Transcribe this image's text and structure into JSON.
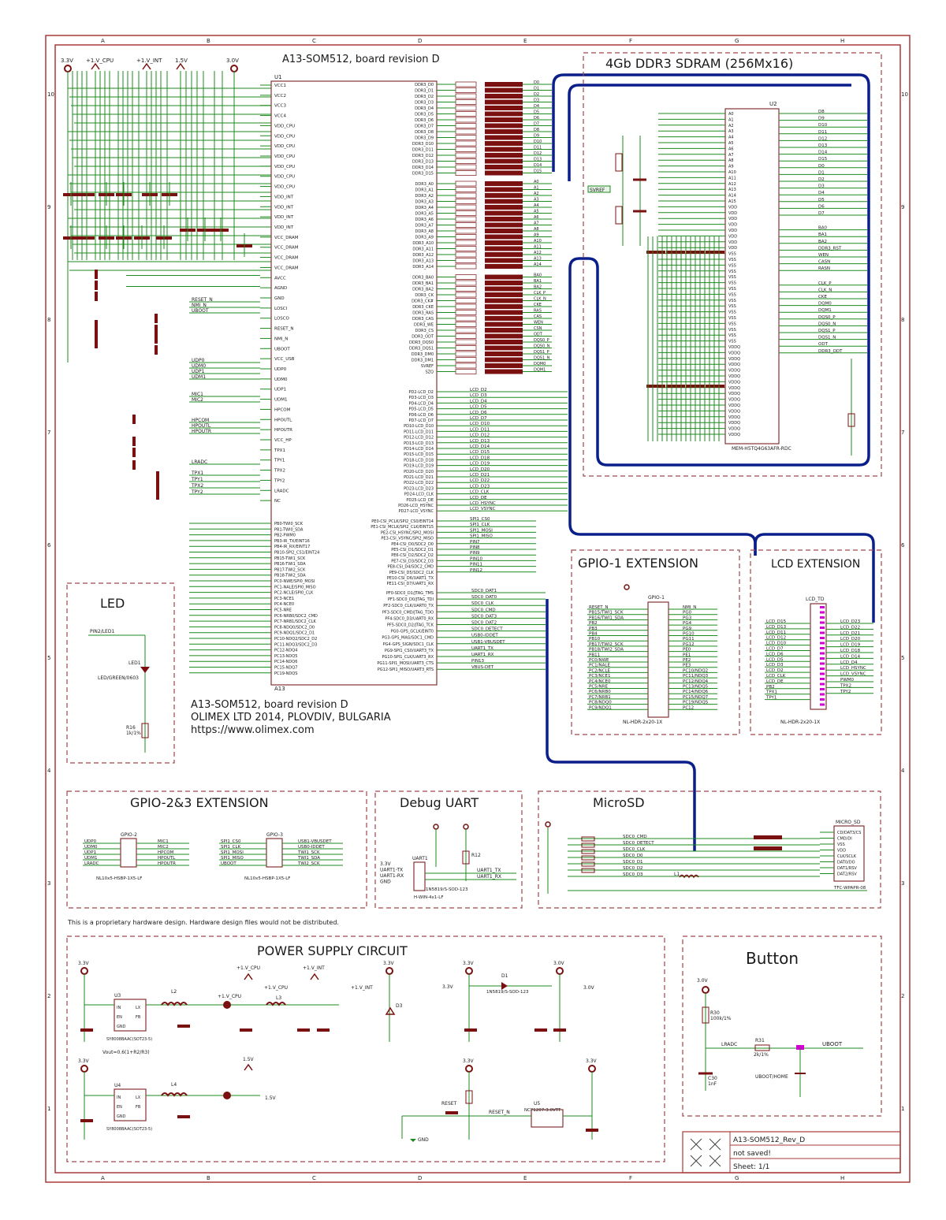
{
  "title": "A13-SOM512, board revision D",
  "zone_letters": [
    "A",
    "B",
    "C",
    "D",
    "E",
    "F",
    "G",
    "H"
  ],
  "zone_numbers": [
    "10",
    "9",
    "8",
    "7",
    "6",
    "5",
    "4",
    "3",
    "2",
    "1"
  ],
  "rails": {
    "v33": "3.3V",
    "vcpu": "+1.V_CPU",
    "vint": "+1.V_INT",
    "v15": "1.5V",
    "v30": "3.0V"
  },
  "cpu": {
    "ref": "U1",
    "name": "A13",
    "left_pins": [
      "VCC1",
      "VCC2",
      "VCC3",
      "VCC4",
      "VDD_CPU",
      "VDD_CPU",
      "VDD_CPU",
      "VDD_CPU",
      "VDD_CPU",
      "VDD_CPU",
      "VDD_CPU",
      "VDD_INT",
      "VDD_INT",
      "VDD_INT",
      "VDD_INT",
      "VCC_DRAM",
      "VCC_DRAM",
      "VCC_DRAM",
      "VCC_DRAM",
      "AVCC",
      "AGND",
      "GND",
      "LOSCI",
      "LOSCO",
      "RESET_N",
      "NMI_N",
      "UBOOT",
      "VCC_USB",
      "UDP0",
      "UDM0",
      "UDP1",
      "UDM1",
      "HPCOM",
      "HPOUTL",
      "HPOUTR",
      "VCC_HP",
      "TPX1",
      "TPY1",
      "TPX2",
      "TPY2",
      "LRADC",
      "NC"
    ],
    "right_pins": [
      "DDR3_D0",
      "DDR3_D1",
      "DDR3_D2",
      "DDR3_D3",
      "DDR3_D4",
      "DDR3_D5",
      "DDR3_D6",
      "DDR3_D7",
      "DDR3_D8",
      "DDR3_D9",
      "DDR3_D10",
      "DDR3_D11",
      "DDR3_D12",
      "DDR3_D13",
      "DDR3_D14",
      "DDR3_D15",
      "DDR3_A0",
      "DDR3_A1",
      "DDR3_A2",
      "DDR3_A3",
      "DDR3_A4",
      "DDR3_A5",
      "DDR3_A6",
      "DDR3_A7",
      "DDR3_A8",
      "DDR3_A9",
      "DDR3_A10",
      "DDR3_A11",
      "DDR3_A12",
      "DDR3_A13",
      "DDR3_A14",
      "DDR3_BA0",
      "DDR3_BA1",
      "DDR3_BA2",
      "DDR3_CK",
      "DDR3_CK#",
      "DDR3_CKE",
      "DDR3_RAS",
      "DDR3_CAS",
      "DDR3_WE",
      "DDR3_CS",
      "DDR3_ODT",
      "DDR3_DQS0",
      "DDR3_DQS1",
      "DDR3_DM0",
      "DDR3_DM1",
      "SVREF",
      "SZQ"
    ],
    "lcd_pins": [
      "PD2-LCD_D2",
      "PD3-LCD_D3",
      "PD4-LCD_D4",
      "PD5-LCD_D5",
      "PD6-LCD_D6",
      "PD7-LCD_D7",
      "PD10-LCD_D10",
      "PD11-LCD_D11",
      "PD12-LCD_D12",
      "PD13-LCD_D13",
      "PD14-LCD_D14",
      "PD15-LCD_D15",
      "PD18-LCD_D18",
      "PD19-LCD_D19",
      "PD20-LCD_D20",
      "PD21-LCD_D21",
      "PD22-LCD_D22",
      "PD23-LCD_D23",
      "PD24-LCD_CLK",
      "PD25-LCD_DE",
      "PD26-LCD_HSYNC",
      "PD27-LCD_VSYNC"
    ],
    "spi_pins": [
      "PE0-CSI_PCLK/SPI2_CS0/EINT14",
      "PE1-CSI_MCLK/SPI2_CLK/EINT15",
      "PE2-CSI_HSYNC/SPI2_MOSI",
      "PE3-CSI_VSYNC/SPI2_MISO",
      "PE4-CSI_D0/SDC2_D0",
      "PE5-CSI_D1/SDC2_D1",
      "PE6-CSI_D2/SDC2_D2",
      "PE7-CSI_D3/SDC2_D3",
      "PE8-CSI_D4/SDC2_CMD",
      "PE9-CSI_D5/SDC2_CLK",
      "PE10-CSI_D6/UART1_TX",
      "PE11-CSI_D7/UART1_RX"
    ],
    "sd_pins": [
      "PF0-SDC0_D1/JTAG_TMS",
      "PF1-SDC0_D0/JTAG_TDI",
      "PF2-SDC0_CLK/UART0_TX",
      "PF3-SDC0_CMD/JTAG_TDO",
      "PF4-SDC0_D3/UART0_RX",
      "PF5-SDC0_D2/JTAG_TCK",
      "PG0-GPS_GCLK/EINT0",
      "PG3-GPS_MAG/SDC1_CMD",
      "PG4-GPS_SIGN/SDC1_CLK",
      "PG9-SPI1_CS0/UART3_TX",
      "PG10-SPI1_CLK/UART3_RX",
      "PG11-SPI1_MOSI/UART3_CTS",
      "PG12-SPI1_MISO/UART3_RTS"
    ],
    "gpio_pins": [
      "PB0-TWI0_SCK",
      "PB1-TWI0_SDA",
      "PB2-PWM0",
      "PB3-IR_TX/EINT16",
      "PB4-IR_RX/EINT17",
      "PB10-SPI2_CS1/EINT24",
      "PB15-TWI1_SCK",
      "PB16-TWI1_SDA",
      "PB17-TWI2_SCK",
      "PB18-TWI2_SDA",
      "PC0-NWE/SPI0_MOSI",
      "PC1-NALE/SPI0_MISO",
      "PC2-NCLE/SPI0_CLK",
      "PC3-NCE1",
      "PC4-NCE0",
      "PC5-NRE",
      "PC6-NRB0/SDC2_CMD",
      "PC7-NRB1/SDC2_CLK",
      "PC8-NDQ0/SDC2_D0",
      "PC9-NDQ1/SDC2_D1",
      "PC10-NDQ2/SDC2_D2",
      "PC11-NDQ3/SDC2_D3",
      "PC12-NDQ4",
      "PC13-NDQ5",
      "PC14-NDQ6",
      "PC15-NDQ7",
      "PC19-NDQS"
    ]
  },
  "ddr_nets": [
    "D0",
    "D1",
    "D2",
    "D3",
    "D4",
    "D5",
    "D6",
    "D7",
    "D8",
    "D9",
    "D10",
    "D11",
    "D12",
    "D13",
    "D14",
    "D15",
    "A0",
    "A1",
    "A2",
    "A3",
    "A4",
    "A5",
    "A6",
    "A7",
    "A8",
    "A9",
    "A10",
    "A11",
    "A12",
    "A13",
    "A14",
    "BA0",
    "BA1",
    "BA2",
    "CLK_P",
    "CLK_N",
    "CKE",
    "RAS",
    "CAS",
    "WEN",
    "CSN",
    "ODT",
    "DQS0_P",
    "DQS0_N",
    "DQS1_P",
    "DQS1_N",
    "DQM0",
    "DQM1"
  ],
  "lcd_nets": [
    "LCD_D2",
    "LCD_D3",
    "LCD_D4",
    "LCD_D5",
    "LCD_D6",
    "LCD_D7",
    "LCD_D10",
    "LCD_D11",
    "LCD_D12",
    "LCD_D13",
    "LCD_D14",
    "LCD_D15",
    "LCD_D18",
    "LCD_D19",
    "LCD_D20",
    "LCD_D21",
    "LCD_D22",
    "LCD_D23",
    "LCD_CLK",
    "LCD_DE",
    "LCD_HSYNC",
    "LCD_VSYNC"
  ],
  "ddr3": {
    "heading": "4Gb DDR3 SDRAM (256Mx16)",
    "ref": "U2",
    "part": "MEM-H5TQ4G63AFR-RDC",
    "vref": "SVREF",
    "right_nets": [
      "D8",
      "D9",
      "D10",
      "D11",
      "D12",
      "D13",
      "D14",
      "D15",
      "D0",
      "D1",
      "D2",
      "D3",
      "D4",
      "D5",
      "D6",
      "D7",
      "BA0",
      "BA1",
      "BA2",
      "DDR3_RST",
      "WEN",
      "CASN",
      "RASN",
      "CLK_P",
      "CLK_N",
      "CKE",
      "DQM0",
      "DQM1",
      "DQS0_P",
      "DQS0_N",
      "DQS1_P",
      "DQS1_N",
      "ODT",
      "DDR3_ODT"
    ]
  },
  "gpio1": {
    "heading": "GPIO-1 EXTENSION",
    "ref": "GPIO-1",
    "part": "NL-HDR-2x20-1X",
    "left": [
      "RESET_N",
      "PB15/TWI1_SCK",
      "PB16/TWI1_SDA",
      "PB2",
      "PB3",
      "PB4",
      "PB10",
      "PB17/TWI2_SCK",
      "PB18/TWI2_SDA",
      "PB11",
      "PC0/NWE",
      "PC1/NALE",
      "PC2/NCLE",
      "PC3/NCE1",
      "PC4/NCE0",
      "PC5/NRE",
      "PC6/NRB0",
      "PC7/NRB1",
      "PC8/NDQ0",
      "PC9/NDQ1"
    ],
    "right": [
      "NMI_N",
      "PG0",
      "PG3",
      "PG4",
      "PG9",
      "PG10",
      "PG11",
      "PG12",
      "PE0",
      "PE1",
      "PE2",
      "PE3",
      "PC10/NDQ2",
      "PC11/NDQ3",
      "PC12/NDQ4",
      "PC13/NDQ5",
      "PC14/NDQ6",
      "PC15/NDQ7",
      "PC19/NDQS",
      "PC12"
    ]
  },
  "lcdext": {
    "heading": "LCD EXTENSION",
    "ref": "LCD_TD",
    "part": "NL-HDR-2x20-1X",
    "left": [
      "LCD_D15",
      "LCD_D13",
      "LCD_D11",
      "LCD_D12",
      "LCD_D10",
      "LCD_D7",
      "LCD_D6",
      "LCD_D5",
      "LCD_D3",
      "LCD_D2",
      "LCD_CLK",
      "LCD_DE",
      "PB2",
      "TPX1",
      "TPY1"
    ],
    "right": [
      "LCD_D23",
      "LCD_D22",
      "LCD_D21",
      "LCD_D20",
      "LCD_D19",
      "LCD_D18",
      "LCD_D14",
      "LCD_D4",
      "LCD_HSYNC",
      "LCD_VSYNC",
      "PWM0",
      "TPX2",
      "TPY2"
    ]
  },
  "led": {
    "heading": "LED",
    "net": "PIN2/LED1",
    "ref": "LED1",
    "part": "LED/GREEN/0603",
    "res": "R16",
    "res_val": "1k/1%"
  },
  "gpio23": {
    "heading": "GPIO-2&3 EXTENSION",
    "g2_ref": "GPIO-2",
    "g3_ref": "GPIO-3",
    "g2_left": [
      "UDP0",
      "UDM0",
      "UDP1",
      "UDM1",
      "LRADC"
    ],
    "g2_right": [
      "MIC1",
      "MIC2",
      "HPCOM",
      "HPOUTL",
      "HPOUTR"
    ],
    "g3_left": [
      "SPI1_CS0",
      "SPI1_CLK",
      "SPI1_MOSI",
      "SPI1_MISO",
      "UBOOT"
    ],
    "g3_right": [
      "USB1-VBUSDET",
      "USB0-IDDET",
      "TWI1_SCK",
      "TWI1_SDA",
      "TWI2_SCK"
    ],
    "part": "NL10x5-HSBP-1X5-LF"
  },
  "uart": {
    "heading": "Debug UART",
    "ref": "UART1",
    "part": "H-WIN-4x1-LF",
    "labels": [
      "3.3V",
      "UART1-TX",
      "UART1-RX",
      "GND"
    ],
    "res": "R12",
    "diode": "1N5819/S-SOD-123",
    "nets": [
      "UART1_TX",
      "UART1_RX"
    ]
  },
  "microsd": {
    "heading": "MicroSD",
    "ref": "MICRO_SD",
    "part": "TFC-WPAPR-08",
    "nets": [
      "SDC0_CMD",
      "SDC0_DETECT",
      "SDC0_CLK",
      "SDC0_D0",
      "SDC0_D1",
      "SDC0_D2",
      "SDC0_D3"
    ],
    "pins": [
      "CD/DAT3/CS",
      "CMD/DI",
      "VSS",
      "VDD",
      "CLK/SCLK",
      "DAT0/DO",
      "DAT1/RSV",
      "DAT2/RSV"
    ],
    "inductor": "L1"
  },
  "footer_note": "This is a proprietary hardware design. Hardware design files would not be distributed.",
  "company": {
    "line1": "A13-SOM512, board revision D",
    "line2": "OLIMEX LTD 2014, PLOVDIV, BULGARIA",
    "line3": "https://www.olimex.com"
  },
  "power": {
    "heading": "POWER SUPPLY CIRCUIT",
    "u3": "U3",
    "u3_part": "SY8008BAAC(SOT23-5)",
    "u4": "U4",
    "u4_part": "SY8008BAAC(SOT23-5)",
    "vout_note": "Vout=0.6(1+R2/R3)",
    "l2": "L2",
    "l3": "L3",
    "l4": "L4",
    "nets": [
      "+1.V_CPU",
      "+1.V_INT",
      "1.5V",
      "3.0V",
      "3.3V"
    ],
    "d1": "D1",
    "d1_part": "1N5819/S-SOD-123",
    "d3": "D3",
    "u5": "U5",
    "u5_part": "NCP1207-3.0VTT",
    "reset_btn": "RESET",
    "reset_net": "RESET_N",
    "gnd": "GND"
  },
  "button": {
    "heading": "Button",
    "net_lradc": "LRADC",
    "net_uboot": "UBOOT",
    "r": "R30",
    "r_val": "100k/1%",
    "r2": "R31",
    "r2_val": "2k/1%",
    "sw": "UBOOT/HOME",
    "c": "C30",
    "c_val": "1nF",
    "rail": "3.0V"
  },
  "title_block": {
    "name": "A13-SOM512_Rev_D",
    "status": "not saved!",
    "sheet": "Sheet: 1/1"
  },
  "colors": {
    "frame": "#a83a3a",
    "wire": "#1d8a1d",
    "bus": "#0b1f8a",
    "component": "#7a1010",
    "magenta": "#d000d0"
  }
}
